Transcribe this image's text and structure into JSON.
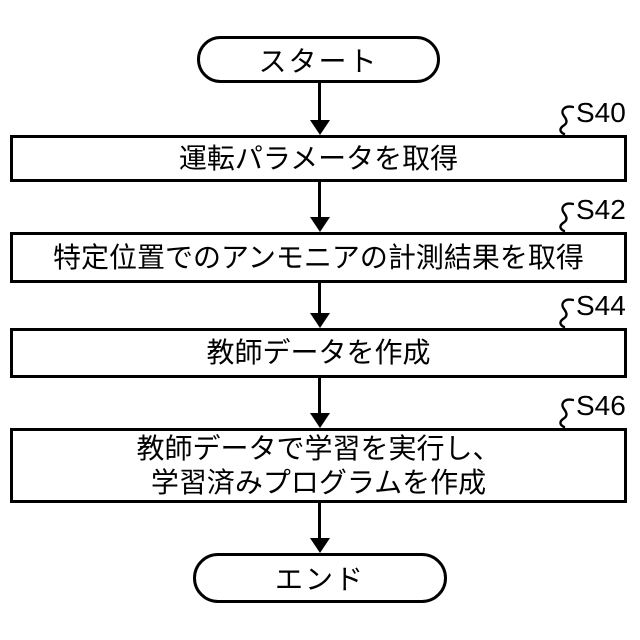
{
  "diagram": {
    "type": "flowchart",
    "background_color": "#ffffff",
    "line_color": "#000000",
    "start": {
      "label": "スタート"
    },
    "end": {
      "label": "エンド"
    },
    "steps": [
      {
        "ref": "S40",
        "label": "運転パラメータを取得"
      },
      {
        "ref": "S42",
        "label": "特定位置でのアンモニアの計測結果を取得"
      },
      {
        "ref": "S44",
        "label": "教師データを作成"
      },
      {
        "ref": "S46",
        "label": "教師データで学習を実行し、\n学習済みプログラムを作成"
      }
    ]
  }
}
